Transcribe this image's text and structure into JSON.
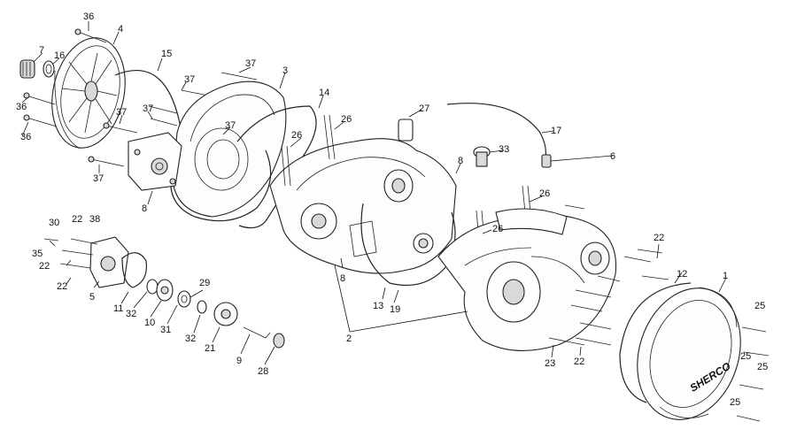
{
  "callouts": [
    "36",
    "4",
    "7",
    "16",
    "36",
    "36",
    "15",
    "37",
    "37",
    "3",
    "37",
    "37",
    "37",
    "37",
    "14",
    "26",
    "26",
    "27",
    "8",
    "33",
    "17",
    "6",
    "8",
    "26",
    "26",
    "22",
    "30",
    "22",
    "38",
    "35",
    "22",
    "22",
    "5",
    "11",
    "32",
    "10",
    "31",
    "29",
    "32",
    "21",
    "9",
    "28",
    "2",
    "8",
    "13",
    "19",
    "12",
    "1",
    "25",
    "25",
    "25",
    "25",
    "23",
    "22"
  ],
  "logo_text": "SHERCO"
}
